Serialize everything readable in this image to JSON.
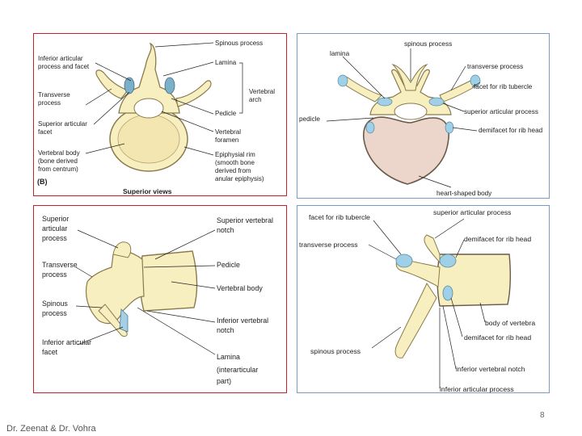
{
  "panel_superior_left": {
    "labels": {
      "spinous_process": "Spinous process",
      "lamina": "Lamina",
      "inferior_articular_1": "Inferior articular",
      "inferior_articular_2": "process and facet",
      "transverse_1": "Transverse",
      "transverse_2": "process",
      "vertebral_arch_1": "Vertebral",
      "vertebral_arch_2": "arch",
      "superior_articular_1": "Superior articular",
      "superior_articular_2": "facet",
      "pedicle": "Pedicle",
      "vertebral_foramen_1": "Vertebral",
      "vertebral_foramen_2": "foramen",
      "vertebral_body_1": "Vertebral body",
      "vertebral_body_2": "(bone derived",
      "vertebral_body_3": "from centrum)",
      "epiphysial_rim_1": "Epiphysial rim",
      "epiphysial_rim_2": "(smooth bone",
      "epiphysial_rim_3": "derived from",
      "epiphysial_rim_4": "anular epiphysis)",
      "figure_tag": "(B)",
      "caption": "Superior views"
    }
  },
  "panel_superior_right": {
    "labels": {
      "spinous_process": "spinous process",
      "lamina": "lamina",
      "transverse_process": "transverse process",
      "facet_rib_tubercle": "facet for rib tubercle",
      "superior_articular": "superior articular process",
      "pedicle": "pedicle",
      "demifacet": "demifacet for rib head",
      "heart_shaped_body": "heart-shaped body"
    }
  },
  "panel_lateral_left": {
    "labels": {
      "superior_articular_1": "Superior",
      "superior_articular_2": "articular",
      "superior_articular_3": "process",
      "superior_notch_1": "Superior vertebral",
      "superior_notch_2": "notch",
      "transverse_1": "Transverse",
      "transverse_2": "process",
      "pedicle": "Pedicle",
      "vertebral_body": "Vertebral body",
      "spinous_1": "Spinous",
      "spinous_2": "process",
      "inferior_notch_1": "Inferior vertebral",
      "inferior_notch_2": "notch",
      "inferior_facet_1": "Inferior articular",
      "inferior_facet_2": "facet",
      "lamina_1": "Lamina",
      "lamina_2": "(interarticular",
      "lamina_3": "part)"
    }
  },
  "panel_lateral_right": {
    "labels": {
      "facet_rib_tubercle": "facet for rib tubercle",
      "superior_articular": "superior articular process",
      "transverse_process": "transverse process",
      "demifacet_top": "demifacet for rib head",
      "body_of_vertebra": "body of vertebra",
      "demifacet_bottom": "demifacet for rib head",
      "spinous_process": "spinous process",
      "inferior_notch": "inferior vertebral notch",
      "inferior_articular": "inferior articular process"
    }
  },
  "footer": {
    "author": "Dr. Zeenat & Dr. Vohra",
    "page_number": "8"
  },
  "colors": {
    "bone_fill": "#f7efc0",
    "bone_stroke": "#8a7a4a",
    "facet_blue": "#9fd0e8",
    "body_pink": "#ecd6cc",
    "left_border": "#c8202a",
    "right_border": "#7a9cc0"
  }
}
